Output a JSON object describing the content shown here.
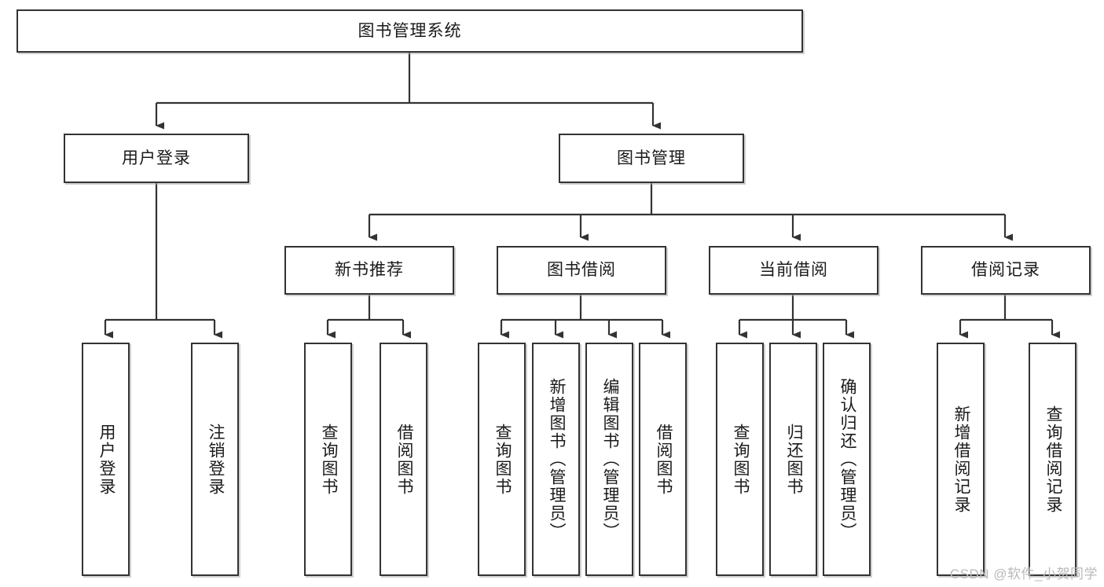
{
  "diagram": {
    "title": "图书管理系统",
    "type": "tree-hierarchy",
    "watermark": "CSDN @软件_小贺同学",
    "colors": {
      "box_border": "#333333",
      "box_fill": "#ffffff",
      "edge": "#333333",
      "text": "#1a1a1a",
      "watermark": "#b9b9b9"
    },
    "nodes": {
      "root": {
        "label": "图书管理系统"
      },
      "level2": [
        {
          "id": "user-login",
          "label": "用户登录"
        },
        {
          "id": "book-manage",
          "label": "图书管理"
        }
      ],
      "level3": [
        {
          "id": "new-book-rec",
          "label": "新书推荐"
        },
        {
          "id": "book-borrow",
          "label": "图书借阅"
        },
        {
          "id": "current-borrow",
          "label": "当前借阅"
        },
        {
          "id": "borrow-record",
          "label": "借阅记录"
        }
      ],
      "leaves": {
        "user-login": [
          {
            "id": "leaf-user-login",
            "label": "用户登录"
          },
          {
            "id": "leaf-logout",
            "label": "注销登录"
          }
        ],
        "new-book-rec": [
          {
            "id": "leaf-query-book-1",
            "label": "查询图书"
          },
          {
            "id": "leaf-borrow-book-1",
            "label": "借阅图书"
          }
        ],
        "book-borrow": [
          {
            "id": "leaf-query-book-2",
            "label": "查询图书"
          },
          {
            "id": "leaf-add-book",
            "label": "新增图书（管理员）"
          },
          {
            "id": "leaf-edit-book",
            "label": "编辑图书（管理员）"
          },
          {
            "id": "leaf-borrow-book-2",
            "label": "借阅图书"
          }
        ],
        "current-borrow": [
          {
            "id": "leaf-query-book-3",
            "label": "查询图书"
          },
          {
            "id": "leaf-return-book",
            "label": "归还图书"
          },
          {
            "id": "leaf-confirm-return",
            "label": "确认归还（管理员）"
          }
        ],
        "borrow-record": [
          {
            "id": "leaf-add-record",
            "label": "新增借阅记录"
          },
          {
            "id": "leaf-query-record",
            "label": "查询借阅记录"
          }
        ]
      }
    }
  }
}
